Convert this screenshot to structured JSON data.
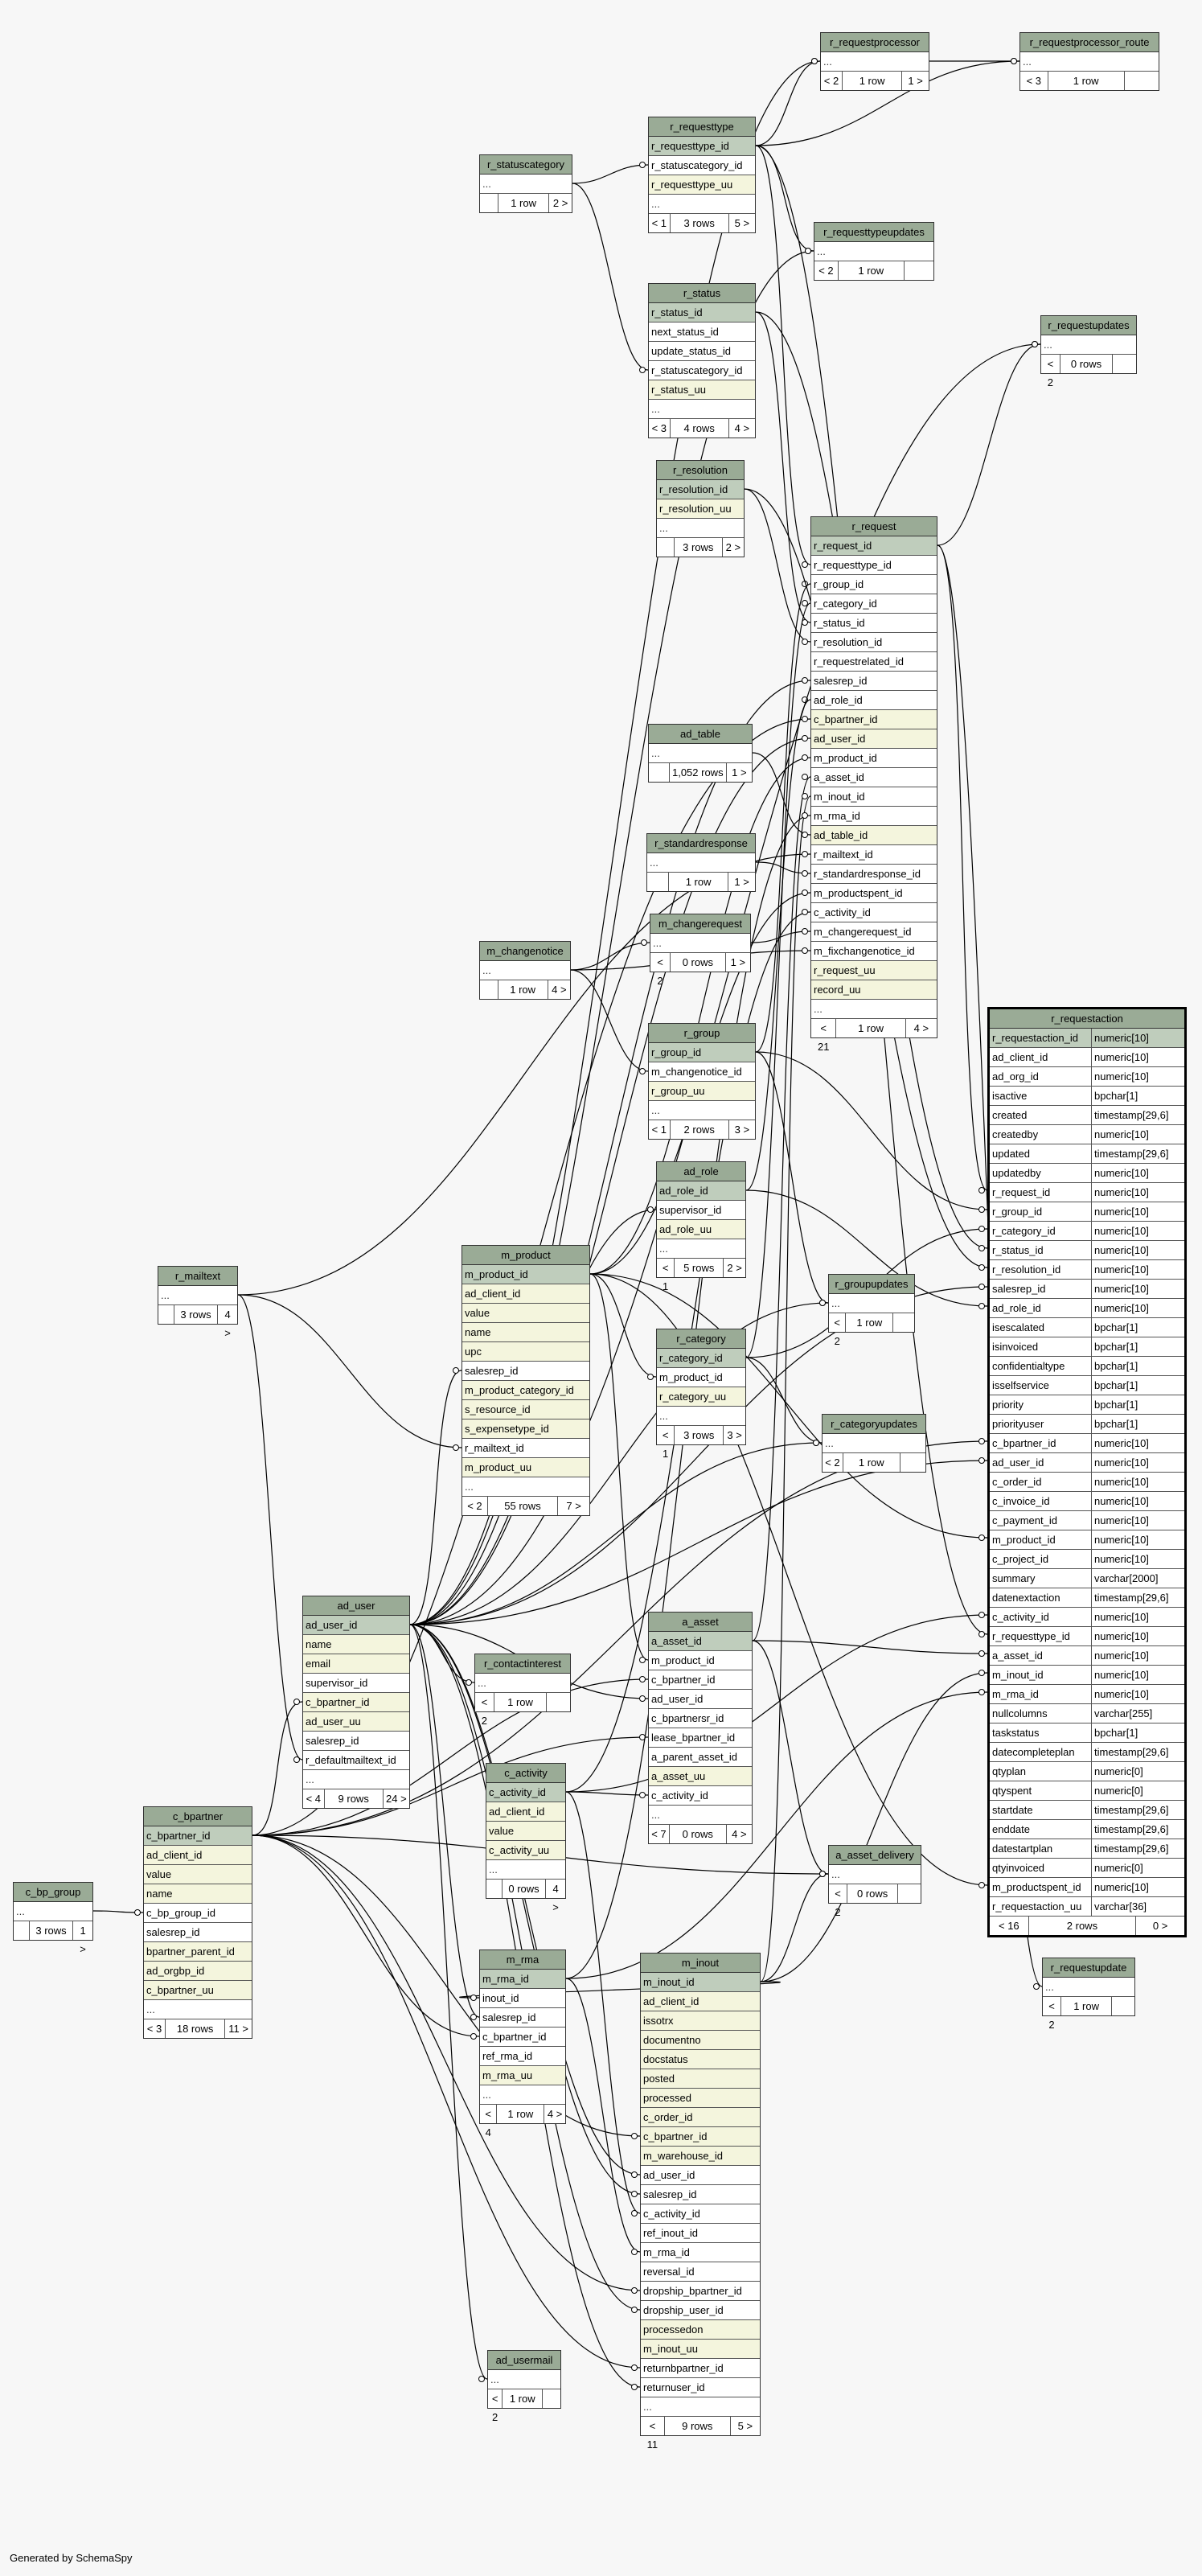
{
  "footer": "Generated by SchemaSpy",
  "tables": [
    {
      "id": "r_requestprocessor",
      "cols": [
        {
          "n": "...",
          "k": "el"
        }
      ],
      "foot": [
        "< 2",
        "1 row",
        "1 >"
      ]
    },
    {
      "id": "r_requestprocessor_route",
      "cols": [
        {
          "n": "...",
          "k": "el"
        }
      ],
      "foot": [
        "< 3",
        "1 row",
        ""
      ]
    },
    {
      "id": "r_requesttype",
      "cols": [
        {
          "n": "r_requesttype_id",
          "k": "pk"
        },
        {
          "n": "r_statuscategory_id",
          "k": ""
        },
        {
          "n": "r_requesttype_uu",
          "k": "fk"
        },
        {
          "n": "...",
          "k": "el"
        }
      ],
      "foot": [
        "< 1",
        "3 rows",
        "5 >"
      ]
    },
    {
      "id": "r_statuscategory",
      "cols": [
        {
          "n": "...",
          "k": "el"
        }
      ],
      "foot": [
        "",
        "1 row",
        "2 >"
      ]
    },
    {
      "id": "r_requesttypeupdates",
      "cols": [
        {
          "n": "...",
          "k": "el"
        }
      ],
      "foot": [
        "< 2",
        "1 row",
        ""
      ]
    },
    {
      "id": "r_status",
      "cols": [
        {
          "n": "r_status_id",
          "k": "pk"
        },
        {
          "n": "next_status_id",
          "k": ""
        },
        {
          "n": "update_status_id",
          "k": ""
        },
        {
          "n": "r_statuscategory_id",
          "k": ""
        },
        {
          "n": "r_status_uu",
          "k": "fk"
        },
        {
          "n": "...",
          "k": "el"
        }
      ],
      "foot": [
        "< 3",
        "4 rows",
        "4 >"
      ]
    },
    {
      "id": "r_requestupdates",
      "cols": [
        {
          "n": "...",
          "k": "el"
        }
      ],
      "foot": [
        "< 2",
        "0 rows",
        ""
      ]
    },
    {
      "id": "r_resolution",
      "cols": [
        {
          "n": "r_resolution_id",
          "k": "pk"
        },
        {
          "n": "r_resolution_uu",
          "k": "fk"
        },
        {
          "n": "...",
          "k": "el"
        }
      ],
      "foot": [
        "",
        "3 rows",
        "2 >"
      ]
    },
    {
      "id": "r_request",
      "cols": [
        {
          "n": "r_request_id",
          "k": "pk"
        },
        {
          "n": "r_requesttype_id",
          "k": ""
        },
        {
          "n": "r_group_id",
          "k": ""
        },
        {
          "n": "r_category_id",
          "k": ""
        },
        {
          "n": "r_status_id",
          "k": ""
        },
        {
          "n": "r_resolution_id",
          "k": ""
        },
        {
          "n": "r_requestrelated_id",
          "k": ""
        },
        {
          "n": "salesrep_id",
          "k": ""
        },
        {
          "n": "ad_role_id",
          "k": ""
        },
        {
          "n": "c_bpartner_id",
          "k": "fk"
        },
        {
          "n": "ad_user_id",
          "k": "fk"
        },
        {
          "n": "m_product_id",
          "k": ""
        },
        {
          "n": "a_asset_id",
          "k": ""
        },
        {
          "n": "m_inout_id",
          "k": ""
        },
        {
          "n": "m_rma_id",
          "k": ""
        },
        {
          "n": "ad_table_id",
          "k": "fk"
        },
        {
          "n": "r_mailtext_id",
          "k": ""
        },
        {
          "n": "r_standardresponse_id",
          "k": ""
        },
        {
          "n": "m_productspent_id",
          "k": ""
        },
        {
          "n": "c_activity_id",
          "k": ""
        },
        {
          "n": "m_changerequest_id",
          "k": ""
        },
        {
          "n": "m_fixchangenotice_id",
          "k": ""
        },
        {
          "n": "r_request_uu",
          "k": "fk"
        },
        {
          "n": "record_uu",
          "k": "fk"
        },
        {
          "n": "...",
          "k": "el"
        }
      ],
      "foot": [
        "< 21",
        "1 row",
        "4 >"
      ]
    },
    {
      "id": "ad_table",
      "cols": [
        {
          "n": "...",
          "k": "el"
        }
      ],
      "foot": [
        "",
        "1,052 rows",
        "1 >"
      ]
    },
    {
      "id": "r_standardresponse",
      "cols": [
        {
          "n": "...",
          "k": "el"
        }
      ],
      "foot": [
        "",
        "1 row",
        "1 >"
      ]
    },
    {
      "id": "m_changerequest",
      "cols": [
        {
          "n": "...",
          "k": "el"
        }
      ],
      "foot": [
        "< 2",
        "0 rows",
        "1 >"
      ]
    },
    {
      "id": "m_changenotice",
      "cols": [
        {
          "n": "...",
          "k": "el"
        }
      ],
      "foot": [
        "",
        "1 row",
        "4 >"
      ]
    },
    {
      "id": "r_group",
      "cols": [
        {
          "n": "r_group_id",
          "k": "pk"
        },
        {
          "n": "m_changenotice_id",
          "k": ""
        },
        {
          "n": "r_group_uu",
          "k": "fk"
        },
        {
          "n": "...",
          "k": "el"
        }
      ],
      "foot": [
        "< 1",
        "2 rows",
        "3 >"
      ]
    },
    {
      "id": "r_requestaction",
      "focus": true,
      "cols": [
        {
          "n": "r_requestaction_id",
          "t": "numeric[10]",
          "k": "pk"
        },
        {
          "n": "ad_client_id",
          "t": "numeric[10]",
          "k": ""
        },
        {
          "n": "ad_org_id",
          "t": "numeric[10]",
          "k": ""
        },
        {
          "n": "isactive",
          "t": "bpchar[1]",
          "k": ""
        },
        {
          "n": "created",
          "t": "timestamp[29,6]",
          "k": ""
        },
        {
          "n": "createdby",
          "t": "numeric[10]",
          "k": ""
        },
        {
          "n": "updated",
          "t": "timestamp[29,6]",
          "k": ""
        },
        {
          "n": "updatedby",
          "t": "numeric[10]",
          "k": ""
        },
        {
          "n": "r_request_id",
          "t": "numeric[10]",
          "k": ""
        },
        {
          "n": "r_group_id",
          "t": "numeric[10]",
          "k": ""
        },
        {
          "n": "r_category_id",
          "t": "numeric[10]",
          "k": ""
        },
        {
          "n": "r_status_id",
          "t": "numeric[10]",
          "k": ""
        },
        {
          "n": "r_resolution_id",
          "t": "numeric[10]",
          "k": ""
        },
        {
          "n": "salesrep_id",
          "t": "numeric[10]",
          "k": ""
        },
        {
          "n": "ad_role_id",
          "t": "numeric[10]",
          "k": ""
        },
        {
          "n": "isescalated",
          "t": "bpchar[1]",
          "k": ""
        },
        {
          "n": "isinvoiced",
          "t": "bpchar[1]",
          "k": ""
        },
        {
          "n": "confidentialtype",
          "t": "bpchar[1]",
          "k": ""
        },
        {
          "n": "isselfservice",
          "t": "bpchar[1]",
          "k": ""
        },
        {
          "n": "priority",
          "t": "bpchar[1]",
          "k": ""
        },
        {
          "n": "priorityuser",
          "t": "bpchar[1]",
          "k": ""
        },
        {
          "n": "c_bpartner_id",
          "t": "numeric[10]",
          "k": ""
        },
        {
          "n": "ad_user_id",
          "t": "numeric[10]",
          "k": ""
        },
        {
          "n": "c_order_id",
          "t": "numeric[10]",
          "k": ""
        },
        {
          "n": "c_invoice_id",
          "t": "numeric[10]",
          "k": ""
        },
        {
          "n": "c_payment_id",
          "t": "numeric[10]",
          "k": ""
        },
        {
          "n": "m_product_id",
          "t": "numeric[10]",
          "k": ""
        },
        {
          "n": "c_project_id",
          "t": "numeric[10]",
          "k": ""
        },
        {
          "n": "summary",
          "t": "varchar[2000]",
          "k": ""
        },
        {
          "n": "datenextaction",
          "t": "timestamp[29,6]",
          "k": ""
        },
        {
          "n": "c_activity_id",
          "t": "numeric[10]",
          "k": ""
        },
        {
          "n": "r_requesttype_id",
          "t": "numeric[10]",
          "k": ""
        },
        {
          "n": "a_asset_id",
          "t": "numeric[10]",
          "k": ""
        },
        {
          "n": "m_inout_id",
          "t": "numeric[10]",
          "k": ""
        },
        {
          "n": "m_rma_id",
          "t": "numeric[10]",
          "k": ""
        },
        {
          "n": "nullcolumns",
          "t": "varchar[255]",
          "k": ""
        },
        {
          "n": "taskstatus",
          "t": "bpchar[1]",
          "k": ""
        },
        {
          "n": "datecompleteplan",
          "t": "timestamp[29,6]",
          "k": ""
        },
        {
          "n": "qtyplan",
          "t": "numeric[0]",
          "k": ""
        },
        {
          "n": "qtyspent",
          "t": "numeric[0]",
          "k": ""
        },
        {
          "n": "startdate",
          "t": "timestamp[29,6]",
          "k": ""
        },
        {
          "n": "enddate",
          "t": "timestamp[29,6]",
          "k": ""
        },
        {
          "n": "datestartplan",
          "t": "timestamp[29,6]",
          "k": ""
        },
        {
          "n": "qtyinvoiced",
          "t": "numeric[0]",
          "k": ""
        },
        {
          "n": "m_productspent_id",
          "t": "numeric[10]",
          "k": ""
        },
        {
          "n": "r_requestaction_uu",
          "t": "varchar[36]",
          "k": ""
        }
      ],
      "foot": [
        "< 16",
        "2 rows",
        "0 >"
      ]
    },
    {
      "id": "ad_role",
      "cols": [
        {
          "n": "ad_role_id",
          "k": "pk"
        },
        {
          "n": "supervisor_id",
          "k": ""
        },
        {
          "n": "ad_role_uu",
          "k": "fk"
        },
        {
          "n": "...",
          "k": "el"
        }
      ],
      "foot": [
        "< 1",
        "5 rows",
        "2 >"
      ]
    },
    {
      "id": "r_mailtext",
      "cols": [
        {
          "n": "...",
          "k": "el"
        }
      ],
      "foot": [
        "",
        "3 rows",
        "4 >"
      ]
    },
    {
      "id": "m_product",
      "cols": [
        {
          "n": "m_product_id",
          "k": "pk"
        },
        {
          "n": "ad_client_id",
          "k": "fk"
        },
        {
          "n": "value",
          "k": "fk"
        },
        {
          "n": "name",
          "k": "fk"
        },
        {
          "n": "upc",
          "k": "fk"
        },
        {
          "n": "salesrep_id",
          "k": ""
        },
        {
          "n": "m_product_category_id",
          "k": "fk"
        },
        {
          "n": "s_resource_id",
          "k": "fk"
        },
        {
          "n": "s_expensetype_id",
          "k": "fk"
        },
        {
          "n": "r_mailtext_id",
          "k": ""
        },
        {
          "n": "m_product_uu",
          "k": "fk"
        },
        {
          "n": "...",
          "k": "el"
        }
      ],
      "foot": [
        "< 2",
        "55 rows",
        "7 >"
      ]
    },
    {
      "id": "r_groupupdates",
      "cols": [
        {
          "n": "...",
          "k": "el"
        }
      ],
      "foot": [
        "< 2",
        "1 row",
        ""
      ]
    },
    {
      "id": "r_category",
      "cols": [
        {
          "n": "r_category_id",
          "k": "pk"
        },
        {
          "n": "m_product_id",
          "k": ""
        },
        {
          "n": "r_category_uu",
          "k": "fk"
        },
        {
          "n": "...",
          "k": "el"
        }
      ],
      "foot": [
        "< 1",
        "3 rows",
        "3 >"
      ]
    },
    {
      "id": "r_categoryupdates",
      "cols": [
        {
          "n": "...",
          "k": "el"
        }
      ],
      "foot": [
        "< 2",
        "1 row",
        ""
      ]
    },
    {
      "id": "ad_user",
      "cols": [
        {
          "n": "ad_user_id",
          "k": "pk"
        },
        {
          "n": "name",
          "k": "fk"
        },
        {
          "n": "email",
          "k": "fk"
        },
        {
          "n": "supervisor_id",
          "k": ""
        },
        {
          "n": "c_bpartner_id",
          "k": "fk"
        },
        {
          "n": "ad_user_uu",
          "k": "fk"
        },
        {
          "n": "salesrep_id",
          "k": ""
        },
        {
          "n": "r_defaultmailtext_id",
          "k": ""
        },
        {
          "n": "...",
          "k": "el"
        }
      ],
      "foot": [
        "< 4",
        "9 rows",
        "24 >"
      ]
    },
    {
      "id": "r_contactinterest",
      "cols": [
        {
          "n": "...",
          "k": "el"
        }
      ],
      "foot": [
        "< 2",
        "1 row",
        ""
      ]
    },
    {
      "id": "a_asset",
      "cols": [
        {
          "n": "a_asset_id",
          "k": "pk"
        },
        {
          "n": "m_product_id",
          "k": ""
        },
        {
          "n": "c_bpartner_id",
          "k": ""
        },
        {
          "n": "ad_user_id",
          "k": ""
        },
        {
          "n": "c_bpartnersr_id",
          "k": ""
        },
        {
          "n": "lease_bpartner_id",
          "k": ""
        },
        {
          "n": "a_parent_asset_id",
          "k": ""
        },
        {
          "n": "a_asset_uu",
          "k": "fk"
        },
        {
          "n": "c_activity_id",
          "k": ""
        },
        {
          "n": "...",
          "k": "el"
        }
      ],
      "foot": [
        "< 7",
        "0 rows",
        "4 >"
      ]
    },
    {
      "id": "c_activity",
      "cols": [
        {
          "n": "c_activity_id",
          "k": "pk"
        },
        {
          "n": "ad_client_id",
          "k": "fk"
        },
        {
          "n": "value",
          "k": "fk"
        },
        {
          "n": "c_activity_uu",
          "k": "fk"
        },
        {
          "n": "...",
          "k": "el"
        }
      ],
      "foot": [
        "",
        "0 rows",
        "4 >"
      ]
    },
    {
      "id": "c_bp_group",
      "cols": [
        {
          "n": "...",
          "k": "el"
        }
      ],
      "foot": [
        "",
        "3 rows",
        "1 >"
      ]
    },
    {
      "id": "c_bpartner",
      "cols": [
        {
          "n": "c_bpartner_id",
          "k": "pk"
        },
        {
          "n": "ad_client_id",
          "k": "fk"
        },
        {
          "n": "value",
          "k": "fk"
        },
        {
          "n": "name",
          "k": "fk"
        },
        {
          "n": "c_bp_group_id",
          "k": ""
        },
        {
          "n": "salesrep_id",
          "k": ""
        },
        {
          "n": "bpartner_parent_id",
          "k": "fk"
        },
        {
          "n": "ad_orgbp_id",
          "k": "fk"
        },
        {
          "n": "c_bpartner_uu",
          "k": "fk"
        },
        {
          "n": "...",
          "k": "el"
        }
      ],
      "foot": [
        "< 3",
        "18 rows",
        "11 >"
      ]
    },
    {
      "id": "a_asset_delivery",
      "cols": [
        {
          "n": "...",
          "k": "el"
        }
      ],
      "foot": [
        "< 2",
        "0 rows",
        ""
      ]
    },
    {
      "id": "r_requestupdate",
      "cols": [
        {
          "n": "...",
          "k": "el"
        }
      ],
      "foot": [
        "< 2",
        "1 row",
        ""
      ]
    },
    {
      "id": "m_rma",
      "cols": [
        {
          "n": "m_rma_id",
          "k": "pk"
        },
        {
          "n": "inout_id",
          "k": ""
        },
        {
          "n": "salesrep_id",
          "k": ""
        },
        {
          "n": "c_bpartner_id",
          "k": ""
        },
        {
          "n": "ref_rma_id",
          "k": ""
        },
        {
          "n": "m_rma_uu",
          "k": "fk"
        },
        {
          "n": "...",
          "k": "el"
        }
      ],
      "foot": [
        "< 4",
        "1 row",
        "4 >"
      ]
    },
    {
      "id": "m_inout",
      "cols": [
        {
          "n": "m_inout_id",
          "k": "pk"
        },
        {
          "n": "ad_client_id",
          "k": "fk"
        },
        {
          "n": "issotrx",
          "k": "fk"
        },
        {
          "n": "documentno",
          "k": "fk"
        },
        {
          "n": "docstatus",
          "k": "fk"
        },
        {
          "n": "posted",
          "k": "fk"
        },
        {
          "n": "processed",
          "k": "fk"
        },
        {
          "n": "c_order_id",
          "k": "fk"
        },
        {
          "n": "c_bpartner_id",
          "k": "fk"
        },
        {
          "n": "m_warehouse_id",
          "k": "fk"
        },
        {
          "n": "ad_user_id",
          "k": ""
        },
        {
          "n": "salesrep_id",
          "k": ""
        },
        {
          "n": "c_activity_id",
          "k": ""
        },
        {
          "n": "ref_inout_id",
          "k": ""
        },
        {
          "n": "m_rma_id",
          "k": ""
        },
        {
          "n": "reversal_id",
          "k": ""
        },
        {
          "n": "dropship_bpartner_id",
          "k": ""
        },
        {
          "n": "dropship_user_id",
          "k": ""
        },
        {
          "n": "processedon",
          "k": "fk"
        },
        {
          "n": "m_inout_uu",
          "k": "fk"
        },
        {
          "n": "returnbpartner_id",
          "k": ""
        },
        {
          "n": "returnuser_id",
          "k": ""
        },
        {
          "n": "...",
          "k": "el"
        }
      ],
      "foot": [
        "< 11",
        "9 rows",
        "5 >"
      ]
    },
    {
      "id": "ad_usermail",
      "cols": [
        {
          "n": "...",
          "k": "el"
        }
      ],
      "foot": [
        "< 2",
        "1 row",
        ""
      ]
    }
  ]
}
